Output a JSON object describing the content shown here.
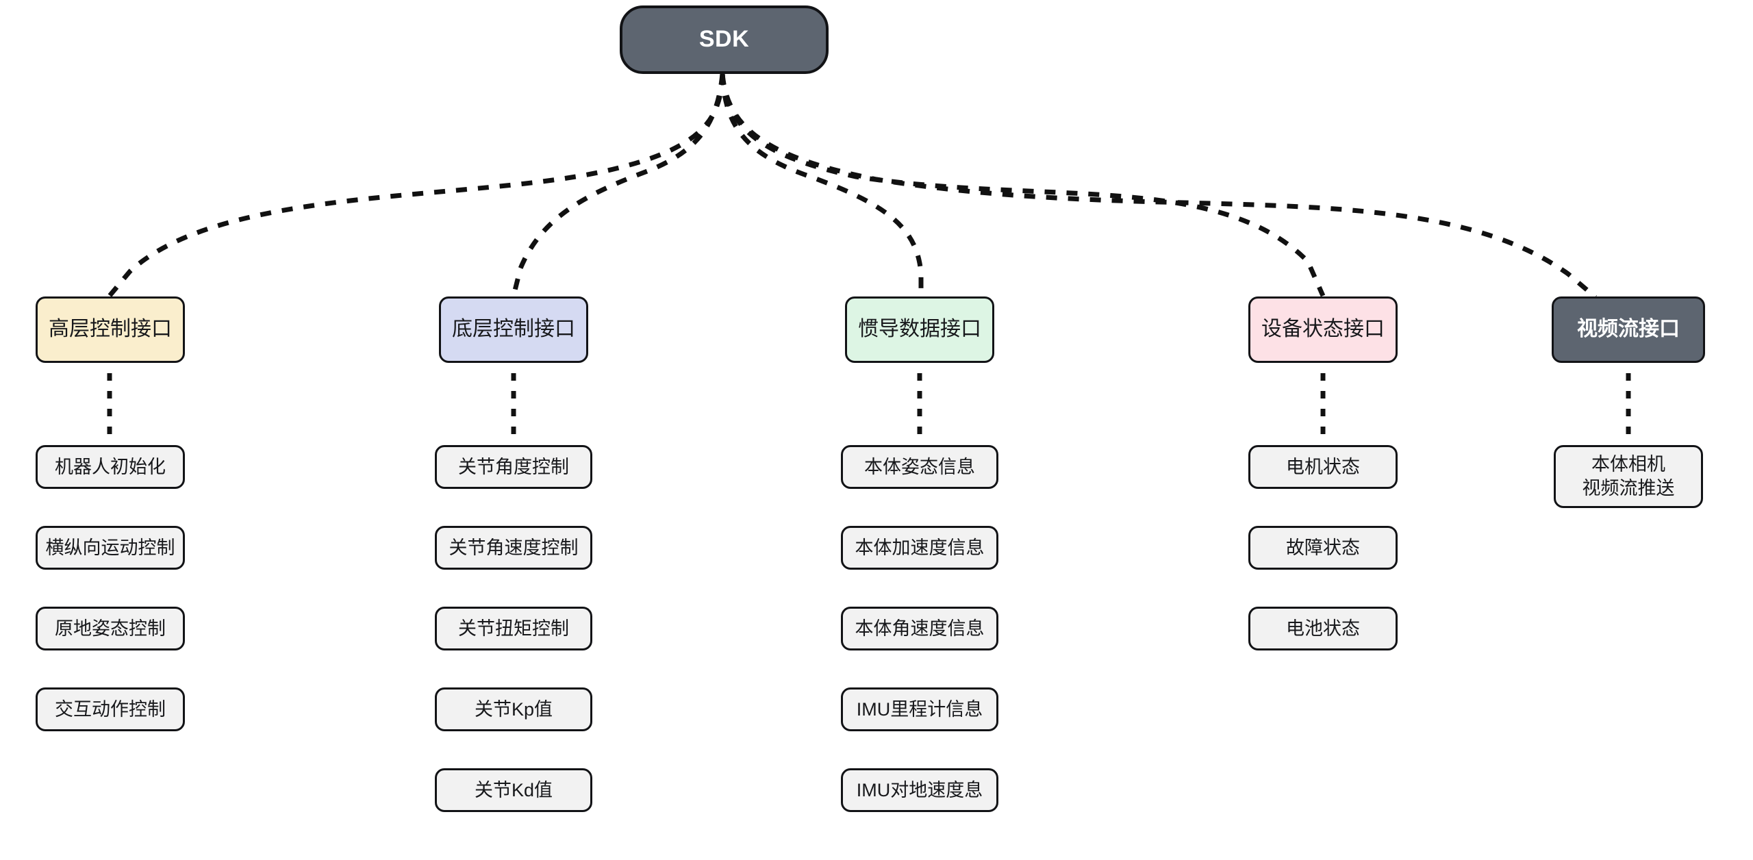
{
  "diagram": {
    "title": "SDK",
    "type": "tree",
    "orientation": "top-down",
    "edge_style": "dashed",
    "edge_color": "#111111",
    "background": "#ffffff",
    "root": {
      "label": "SDK",
      "fill": "#5d6570",
      "text_color": "#ffffff",
      "shape": "rounded-pill"
    },
    "categories": [
      {
        "id": "high-level-control",
        "label": "高层控制接口",
        "fill": "#faeecd",
        "text_color": "#17181b",
        "children": [
          {
            "label": "机器人初始化"
          },
          {
            "label": "横纵向运动控制"
          },
          {
            "label": "原地姿态控制"
          },
          {
            "label": "交互动作控制"
          }
        ]
      },
      {
        "id": "low-level-control",
        "label": "底层控制接口",
        "fill": "#d5daf2",
        "text_color": "#17181b",
        "children": [
          {
            "label": "关节角度控制"
          },
          {
            "label": "关节角速度控制"
          },
          {
            "label": "关节扭矩控制"
          },
          {
            "label": "关节Kp值"
          },
          {
            "label": "关节Kd值"
          }
        ]
      },
      {
        "id": "imu-data",
        "label": "惯导数据接口",
        "fill": "#ddf5e4",
        "text_color": "#17181b",
        "children": [
          {
            "label": "本体姿态信息"
          },
          {
            "label": "本体加速度信息"
          },
          {
            "label": "本体角速度信息"
          },
          {
            "label": "IMU里程计信息"
          },
          {
            "label": "IMU对地速度息"
          }
        ]
      },
      {
        "id": "device-status",
        "label": "设备状态接口",
        "fill": "#fde1e6",
        "text_color": "#17181b",
        "children": [
          {
            "label": "电机状态"
          },
          {
            "label": "故障状态"
          },
          {
            "label": "电池状态"
          }
        ]
      },
      {
        "id": "video-stream",
        "label": "视频流接口",
        "fill": "#5d6570",
        "text_color": "#ffffff",
        "children": [
          {
            "label": "本体相机\n视频流推送"
          }
        ]
      }
    ]
  }
}
